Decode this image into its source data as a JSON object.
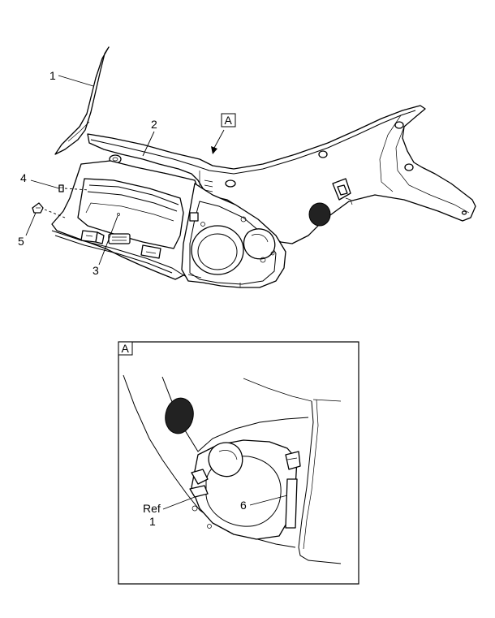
{
  "callouts": {
    "c1": "1",
    "c2": "2",
    "c3": "3",
    "c4": "4",
    "c5": "5",
    "c6": "6",
    "ref_word": "Ref",
    "ref_num": "1"
  },
  "view": {
    "letter": "A",
    "detail_letter": "A"
  }
}
